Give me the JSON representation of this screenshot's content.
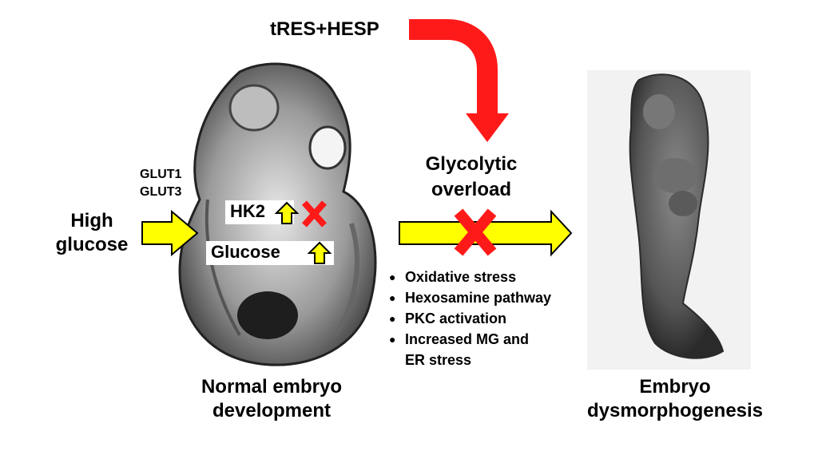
{
  "input": {
    "label_line1": "High",
    "label_line2": "glucose",
    "transporters": [
      "GLUT1",
      "GLUT3"
    ]
  },
  "normal_embryo": {
    "hk2_label": "HK2",
    "glucose_label": "Glucose",
    "caption_line1": "Normal embryo",
    "caption_line2": "development"
  },
  "intervention": {
    "label": "tRES+HESP"
  },
  "overload": {
    "label_line1": "Glycolytic",
    "label_line2": "overload"
  },
  "effects": [
    "Oxidative stress",
    "Hexosamine pathway",
    "PKC activation",
    "Increased MG and",
    "ER stress"
  ],
  "outcome": {
    "caption_line1": "Embryo",
    "caption_line2": "dysmorphogenesis"
  },
  "colors": {
    "arrow_fill": "#ffff00",
    "red": "#ff1a1a",
    "embryo_dark": "#2a2a2a"
  },
  "icons": [
    "up-arrow-icon",
    "block-x-icon",
    "curved-arrow-icon"
  ]
}
